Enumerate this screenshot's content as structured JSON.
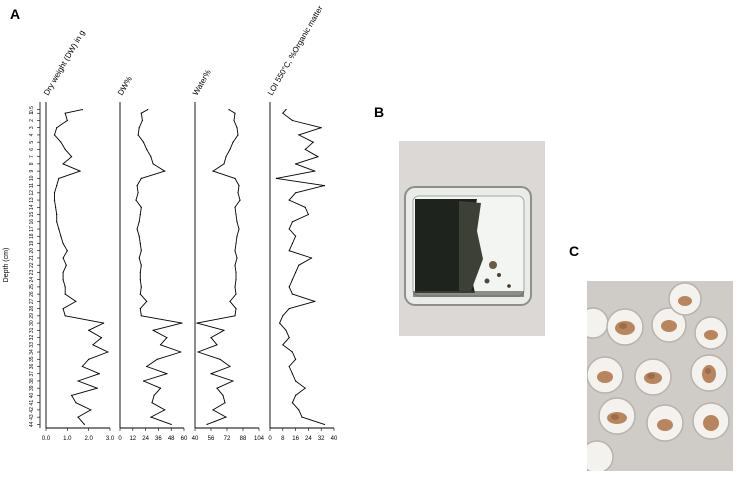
{
  "panels": {
    "a": "A",
    "b": "B",
    "c": "C"
  },
  "depth_axis": {
    "label": "Depth (cm)",
    "ticks": [
      "0.5",
      "1",
      "2",
      "3",
      "4",
      "5",
      "6",
      "7",
      "8",
      "9",
      "10",
      "11",
      "12",
      "13",
      "14",
      "15",
      "16",
      "17",
      "18",
      "19",
      "20",
      "21",
      "22",
      "23",
      "24",
      "25",
      "26",
      "27",
      "28",
      "29",
      "30",
      "31",
      "32",
      "33",
      "34",
      "35",
      "36",
      "37",
      "38",
      "39",
      "40",
      "41",
      "42",
      "43",
      "44"
    ]
  },
  "chart_data": [
    {
      "type": "line",
      "title": "Dry weight (DW) in g",
      "xlim": [
        0,
        3
      ],
      "xticks": [
        "0.0",
        "1.0",
        "2.0",
        "3.0"
      ],
      "tick_values": [
        0,
        1,
        2,
        3
      ],
      "y": [
        0.5,
        1,
        2,
        3,
        4,
        5,
        6,
        7,
        8,
        9,
        10,
        11,
        12,
        13,
        14,
        15,
        16,
        17,
        18,
        19,
        20,
        21,
        22,
        23,
        24,
        25,
        26,
        27,
        28,
        29,
        30,
        31,
        32,
        33,
        34,
        35,
        36,
        37,
        38,
        39,
        40,
        41,
        42,
        43,
        44
      ],
      "values": [
        1.7,
        0.9,
        1.0,
        0.5,
        0.4,
        0.7,
        0.9,
        1.2,
        0.8,
        1.6,
        0.6,
        0.5,
        0.4,
        0.4,
        0.45,
        0.5,
        0.5,
        0.6,
        0.7,
        0.8,
        1.0,
        0.8,
        0.95,
        0.8,
        0.8,
        0.9,
        0.9,
        1.4,
        0.8,
        0.9,
        2.7,
        2.0,
        2.6,
        2.2,
        2.9,
        2.0,
        1.7,
        2.5,
        1.5,
        2.4,
        1.2,
        1.4,
        2.1,
        1.5,
        1.8
      ]
    },
    {
      "type": "line",
      "title": "DW%",
      "xlim": [
        0,
        60
      ],
      "xticks": [
        "0",
        "12",
        "24",
        "36",
        "48",
        "60"
      ],
      "tick_values": [
        0,
        12,
        24,
        36,
        48,
        60
      ],
      "y": [
        0.5,
        1,
        2,
        3,
        4,
        5,
        6,
        7,
        8,
        9,
        10,
        11,
        12,
        13,
        14,
        15,
        16,
        17,
        18,
        19,
        20,
        21,
        22,
        23,
        24,
        25,
        26,
        27,
        28,
        29,
        30,
        31,
        32,
        33,
        34,
        35,
        36,
        37,
        38,
        39,
        40,
        41,
        42,
        43,
        44
      ],
      "values": [
        26,
        20,
        21,
        18,
        17,
        22,
        25,
        29,
        31,
        42,
        20,
        16,
        17,
        15,
        20,
        19,
        18,
        16,
        18,
        19,
        20,
        18,
        20,
        19,
        19,
        20,
        19,
        25,
        19,
        20,
        58,
        31,
        44,
        38,
        57,
        35,
        25,
        44,
        22,
        38,
        32,
        30,
        42,
        29,
        48
      ]
    },
    {
      "type": "line",
      "title": "Water%",
      "xlim": [
        40,
        104
      ],
      "xticks": [
        "40",
        "56",
        "72",
        "88",
        "104"
      ],
      "tick_values": [
        40,
        56,
        72,
        88,
        104
      ],
      "y": [
        0.5,
        1,
        2,
        3,
        4,
        5,
        6,
        7,
        8,
        9,
        10,
        11,
        12,
        13,
        14,
        15,
        16,
        17,
        18,
        19,
        20,
        21,
        22,
        23,
        24,
        25,
        26,
        27,
        28,
        29,
        30,
        31,
        32,
        33,
        34,
        35,
        36,
        37,
        38,
        39,
        40,
        41,
        42,
        43,
        44
      ],
      "values": [
        74,
        80,
        79,
        82,
        83,
        78,
        75,
        71,
        69,
        58,
        80,
        84,
        83,
        85,
        80,
        81,
        82,
        84,
        82,
        81,
        80,
        82,
        80,
        81,
        81,
        80,
        81,
        75,
        81,
        80,
        42,
        69,
        56,
        62,
        43,
        65,
        75,
        56,
        78,
        62,
        68,
        70,
        58,
        71,
        52
      ]
    },
    {
      "type": "line",
      "title": "LOI 550°C, %Organic matter",
      "xlim": [
        0,
        40
      ],
      "xticks": [
        "0",
        "8",
        "16",
        "24",
        "32",
        "40"
      ],
      "tick_values": [
        0,
        8,
        16,
        24,
        32,
        40
      ],
      "y": [
        0.5,
        1,
        2,
        3,
        4,
        5,
        6,
        7,
        8,
        9,
        10,
        11,
        12,
        13,
        14,
        15,
        16,
        17,
        18,
        19,
        20,
        21,
        22,
        23,
        24,
        25,
        26,
        27,
        28,
        29,
        30,
        31,
        32,
        33,
        34,
        35,
        36,
        37,
        38,
        39,
        40,
        41,
        42,
        43,
        44
      ],
      "values": [
        10,
        8,
        14,
        32,
        18,
        27,
        22,
        30,
        16,
        28,
        4,
        34,
        16,
        12,
        22,
        24,
        14,
        12,
        16,
        14,
        12,
        26,
        18,
        16,
        14,
        12,
        14,
        28,
        12,
        8,
        6,
        10,
        12,
        8,
        14,
        16,
        12,
        14,
        16,
        22,
        16,
        14,
        18,
        20,
        34
      ]
    }
  ]
}
